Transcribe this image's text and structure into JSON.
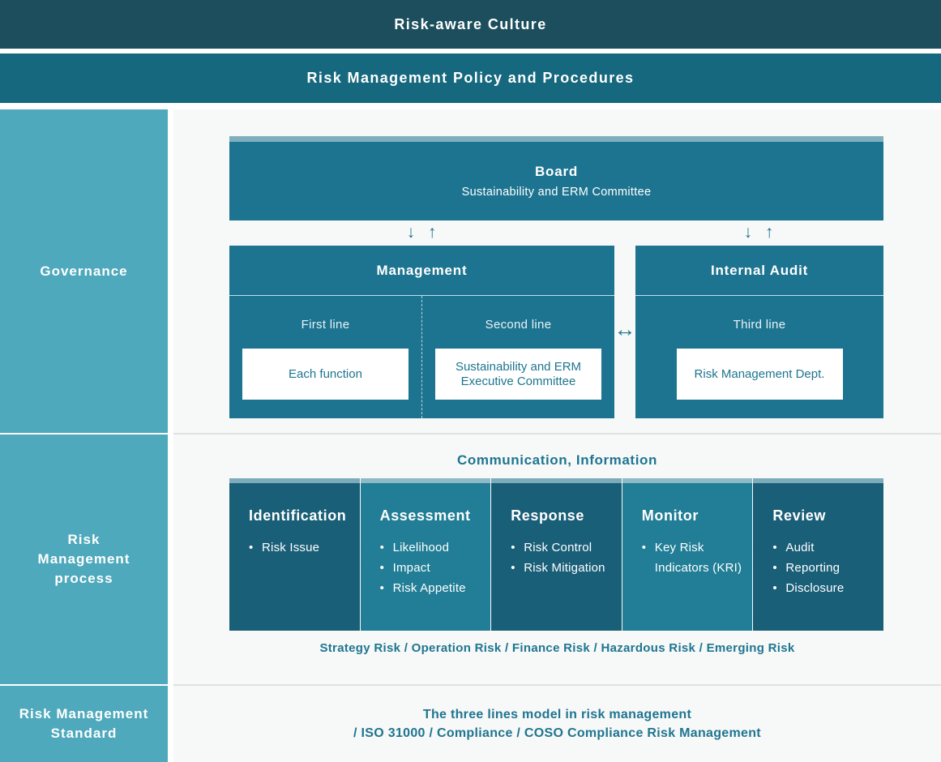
{
  "header": {
    "culture_label": "Risk-aware Culture",
    "policy_label": "Risk Management Policy and Procedures"
  },
  "sidebar": {
    "sections": [
      {
        "label": "Governance"
      },
      {
        "label": "Risk Management process"
      },
      {
        "label": "Risk Management Standard"
      }
    ]
  },
  "governance": {
    "board": {
      "title": "Board",
      "subtitle": "Sustainability and ERM Committee"
    },
    "management": {
      "title": "Management",
      "columns": [
        {
          "line": "First line",
          "box": "Each function"
        },
        {
          "line": "Second line",
          "box": "Sustainability and ERM Executive Committee"
        }
      ]
    },
    "internal_audit": {
      "title": "Internal Audit",
      "line": "Third line",
      "box": "Risk Management Dept."
    },
    "icons": {
      "arrow_down": "↓",
      "arrow_up": "↑",
      "arrow_both": "↔"
    }
  },
  "process": {
    "heading": "Communication, Information",
    "columns": [
      {
        "title": "Identification",
        "items": [
          "Risk Issue"
        ]
      },
      {
        "title": "Assessment",
        "items": [
          "Likelihood",
          "Impact",
          "Risk Appetite"
        ]
      },
      {
        "title": "Response",
        "items": [
          "Risk Control",
          "Risk Mitigation"
        ]
      },
      {
        "title": "Monitor",
        "items": [
          "Key Risk Indicators (KRI)"
        ]
      },
      {
        "title": "Review",
        "items": [
          "Audit",
          "Reporting",
          "Disclosure"
        ]
      }
    ],
    "risk_types": "Strategy Risk / Operation Risk / Finance Risk / Hazardous Risk / Emerging Risk"
  },
  "standard": {
    "line1": "The three lines model in risk management",
    "line2": "/ ISO 31000 / Compliance / COSO Compliance Risk Management"
  },
  "colors": {
    "culture_bar": "#1C4E5D",
    "policy_bar": "#15687D",
    "sidebar": "#4FA9BC",
    "org_box": "#1D7490",
    "box_top_strip": "#7FAEBD",
    "process_column_dark": "#1A5F78",
    "process_column_light": "#217E96",
    "accent_text": "#1E7590",
    "main_background": "#F7F8F8"
  }
}
